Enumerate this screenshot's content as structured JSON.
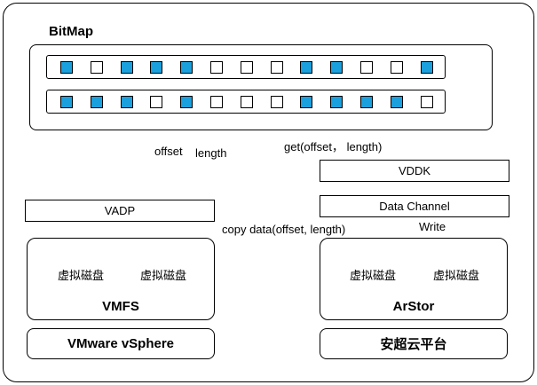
{
  "bitmap": {
    "title": "BitMap",
    "row1": [
      1,
      0,
      1,
      1,
      1,
      0,
      0,
      0,
      1,
      1,
      0,
      0,
      1
    ],
    "row2": [
      1,
      1,
      1,
      0,
      1,
      0,
      0,
      0,
      1,
      1,
      1,
      1,
      0
    ],
    "offset_label": "offset",
    "length_label": "length"
  },
  "left": {
    "vadp": "VADP",
    "fs_label": "VMFS",
    "disk1": "虚拟磁盘",
    "disk2": "虚拟磁盘",
    "platform": "VMware vSphere"
  },
  "right": {
    "vddk": "VDDK",
    "data_channel": "Data Channel",
    "write_label": "Write",
    "fs_label": "ArStor",
    "disk1": "虚拟磁盘",
    "disk2": "虚拟磁盘",
    "platform": "安超云平台"
  },
  "arrows": {
    "get_label": "get(offset， length)",
    "copy_label": "copy data(offset, length)"
  },
  "colors": {
    "filled": "#1aa0dd",
    "empty": "#ffffff",
    "disk_fill": "#f5f7fa",
    "disk_stroke": "#1a8fd0",
    "arrow": "#1a237e"
  }
}
